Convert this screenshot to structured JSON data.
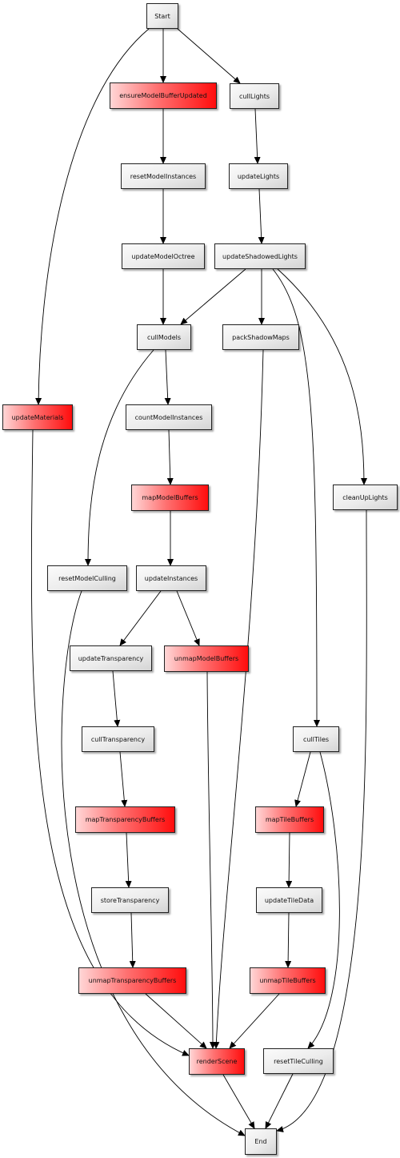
{
  "diagram": {
    "type": "flow-graph",
    "colors": {
      "gray_node": "#e8e8e8",
      "red_node": "#ff3030",
      "edge": "#000000"
    },
    "nodes": [
      {
        "id": "start",
        "label": "Start",
        "style": "gray"
      },
      {
        "id": "ensureModelBufferUpdated",
        "label": "ensureModelBufferUpdated",
        "style": "red"
      },
      {
        "id": "cullLights",
        "label": "cullLights",
        "style": "gray"
      },
      {
        "id": "resetModelInstances",
        "label": "resetModelInstances",
        "style": "gray"
      },
      {
        "id": "updateLights",
        "label": "updateLights",
        "style": "gray"
      },
      {
        "id": "updateModelOctree",
        "label": "updateModelOctree",
        "style": "gray"
      },
      {
        "id": "updateShadowedLights",
        "label": "updateShadowedLights",
        "style": "gray"
      },
      {
        "id": "cullModels",
        "label": "cullModels",
        "style": "gray"
      },
      {
        "id": "packShadowMaps",
        "label": "packShadowMaps",
        "style": "gray"
      },
      {
        "id": "updateMaterials",
        "label": "updateMaterials",
        "style": "red"
      },
      {
        "id": "countModelInstances",
        "label": "countModelInstances",
        "style": "gray"
      },
      {
        "id": "mapModelBuffers",
        "label": "mapModelBuffers",
        "style": "red"
      },
      {
        "id": "cleanUpLights",
        "label": "cleanUpLights",
        "style": "gray"
      },
      {
        "id": "resetModelCulling",
        "label": "resetModelCulling",
        "style": "gray"
      },
      {
        "id": "updateInstances",
        "label": "updateInstances",
        "style": "gray"
      },
      {
        "id": "updateTransparency",
        "label": "updateTransparency",
        "style": "gray"
      },
      {
        "id": "unmapModelBuffers",
        "label": "unmapModelBuffers",
        "style": "red"
      },
      {
        "id": "cullTransparency",
        "label": "cullTransparency",
        "style": "gray"
      },
      {
        "id": "cullTiles",
        "label": "cullTiles",
        "style": "gray"
      },
      {
        "id": "mapTransparencyBuffers",
        "label": "mapTransparencyBuffers",
        "style": "red"
      },
      {
        "id": "mapTileBuffers",
        "label": "mapTileBuffers",
        "style": "red"
      },
      {
        "id": "storeTransparency",
        "label": "storeTransparency",
        "style": "gray"
      },
      {
        "id": "updateTileData",
        "label": "updateTileData",
        "style": "gray"
      },
      {
        "id": "unmapTransparencyBuffers",
        "label": "unmapTransparencyBuffers",
        "style": "red"
      },
      {
        "id": "unmapTileBuffers",
        "label": "unmapTileBuffers",
        "style": "red"
      },
      {
        "id": "renderScene",
        "label": "renderScene",
        "style": "red"
      },
      {
        "id": "resetTileCulling",
        "label": "resetTileCulling",
        "style": "gray"
      },
      {
        "id": "end",
        "label": "End",
        "style": "gray"
      }
    ],
    "edges": [
      {
        "from": "start",
        "to": "ensureModelBufferUpdated"
      },
      {
        "from": "start",
        "to": "cullLights"
      },
      {
        "from": "start",
        "to": "updateMaterials"
      },
      {
        "from": "ensureModelBufferUpdated",
        "to": "resetModelInstances"
      },
      {
        "from": "resetModelInstances",
        "to": "updateModelOctree"
      },
      {
        "from": "updateModelOctree",
        "to": "cullModels"
      },
      {
        "from": "cullLights",
        "to": "updateLights"
      },
      {
        "from": "updateLights",
        "to": "updateShadowedLights"
      },
      {
        "from": "updateShadowedLights",
        "to": "cullModels"
      },
      {
        "from": "updateShadowedLights",
        "to": "packShadowMaps"
      },
      {
        "from": "updateShadowedLights",
        "to": "cullTiles"
      },
      {
        "from": "updateShadowedLights",
        "to": "cleanUpLights"
      },
      {
        "from": "cullModels",
        "to": "countModelInstances"
      },
      {
        "from": "cullModels",
        "to": "resetModelCulling"
      },
      {
        "from": "countModelInstances",
        "to": "mapModelBuffers"
      },
      {
        "from": "mapModelBuffers",
        "to": "updateInstances"
      },
      {
        "from": "updateInstances",
        "to": "updateTransparency"
      },
      {
        "from": "updateInstances",
        "to": "unmapModelBuffers"
      },
      {
        "from": "updateTransparency",
        "to": "cullTransparency"
      },
      {
        "from": "cullTransparency",
        "to": "mapTransparencyBuffers"
      },
      {
        "from": "mapTransparencyBuffers",
        "to": "storeTransparency"
      },
      {
        "from": "storeTransparency",
        "to": "unmapTransparencyBuffers"
      },
      {
        "from": "unmapTransparencyBuffers",
        "to": "renderScene"
      },
      {
        "from": "unmapModelBuffers",
        "to": "renderScene"
      },
      {
        "from": "packShadowMaps",
        "to": "renderScene"
      },
      {
        "from": "updateMaterials",
        "to": "renderScene"
      },
      {
        "from": "cullTiles",
        "to": "mapTileBuffers"
      },
      {
        "from": "cullTiles",
        "to": "resetTileCulling"
      },
      {
        "from": "mapTileBuffers",
        "to": "updateTileData"
      },
      {
        "from": "updateTileData",
        "to": "unmapTileBuffers"
      },
      {
        "from": "unmapTileBuffers",
        "to": "renderScene"
      },
      {
        "from": "renderScene",
        "to": "end"
      },
      {
        "from": "resetTileCulling",
        "to": "end"
      },
      {
        "from": "resetModelCulling",
        "to": "end"
      },
      {
        "from": "cleanUpLights",
        "to": "end"
      }
    ]
  }
}
